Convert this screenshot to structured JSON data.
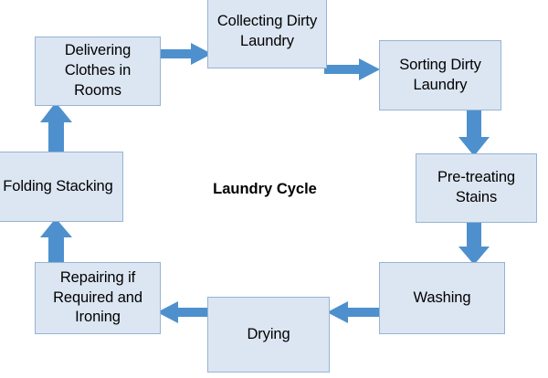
{
  "diagram": {
    "title": "Laundry Cycle",
    "type": "cycle-flowchart",
    "colors": {
      "box_fill": "#DCE6F2",
      "box_border": "#95B3D7",
      "arrow_fill": "#4E90CD",
      "text": "#000000",
      "background": "#FFFFFF"
    },
    "nodes": [
      {
        "id": "collecting",
        "label": "Collecting Dirty Laundry"
      },
      {
        "id": "sorting",
        "label": "Sorting Dirty Laundry"
      },
      {
        "id": "pretreating",
        "label": "Pre-treating Stains"
      },
      {
        "id": "washing",
        "label": "Washing"
      },
      {
        "id": "drying",
        "label": "Drying"
      },
      {
        "id": "repairing",
        "label": "Repairing if Required and Ironing"
      },
      {
        "id": "folding",
        "label": "Folding Stacking"
      },
      {
        "id": "delivering",
        "label": "Delivering Clothes in Rooms"
      }
    ],
    "edges": [
      {
        "from": "collecting",
        "to": "sorting",
        "direction": "right"
      },
      {
        "from": "sorting",
        "to": "pretreating",
        "direction": "down"
      },
      {
        "from": "pretreating",
        "to": "washing",
        "direction": "down"
      },
      {
        "from": "washing",
        "to": "drying",
        "direction": "left"
      },
      {
        "from": "drying",
        "to": "repairing",
        "direction": "left"
      },
      {
        "from": "repairing",
        "to": "folding",
        "direction": "up"
      },
      {
        "from": "folding",
        "to": "delivering",
        "direction": "up"
      },
      {
        "from": "delivering",
        "to": "collecting",
        "direction": "right"
      }
    ]
  }
}
